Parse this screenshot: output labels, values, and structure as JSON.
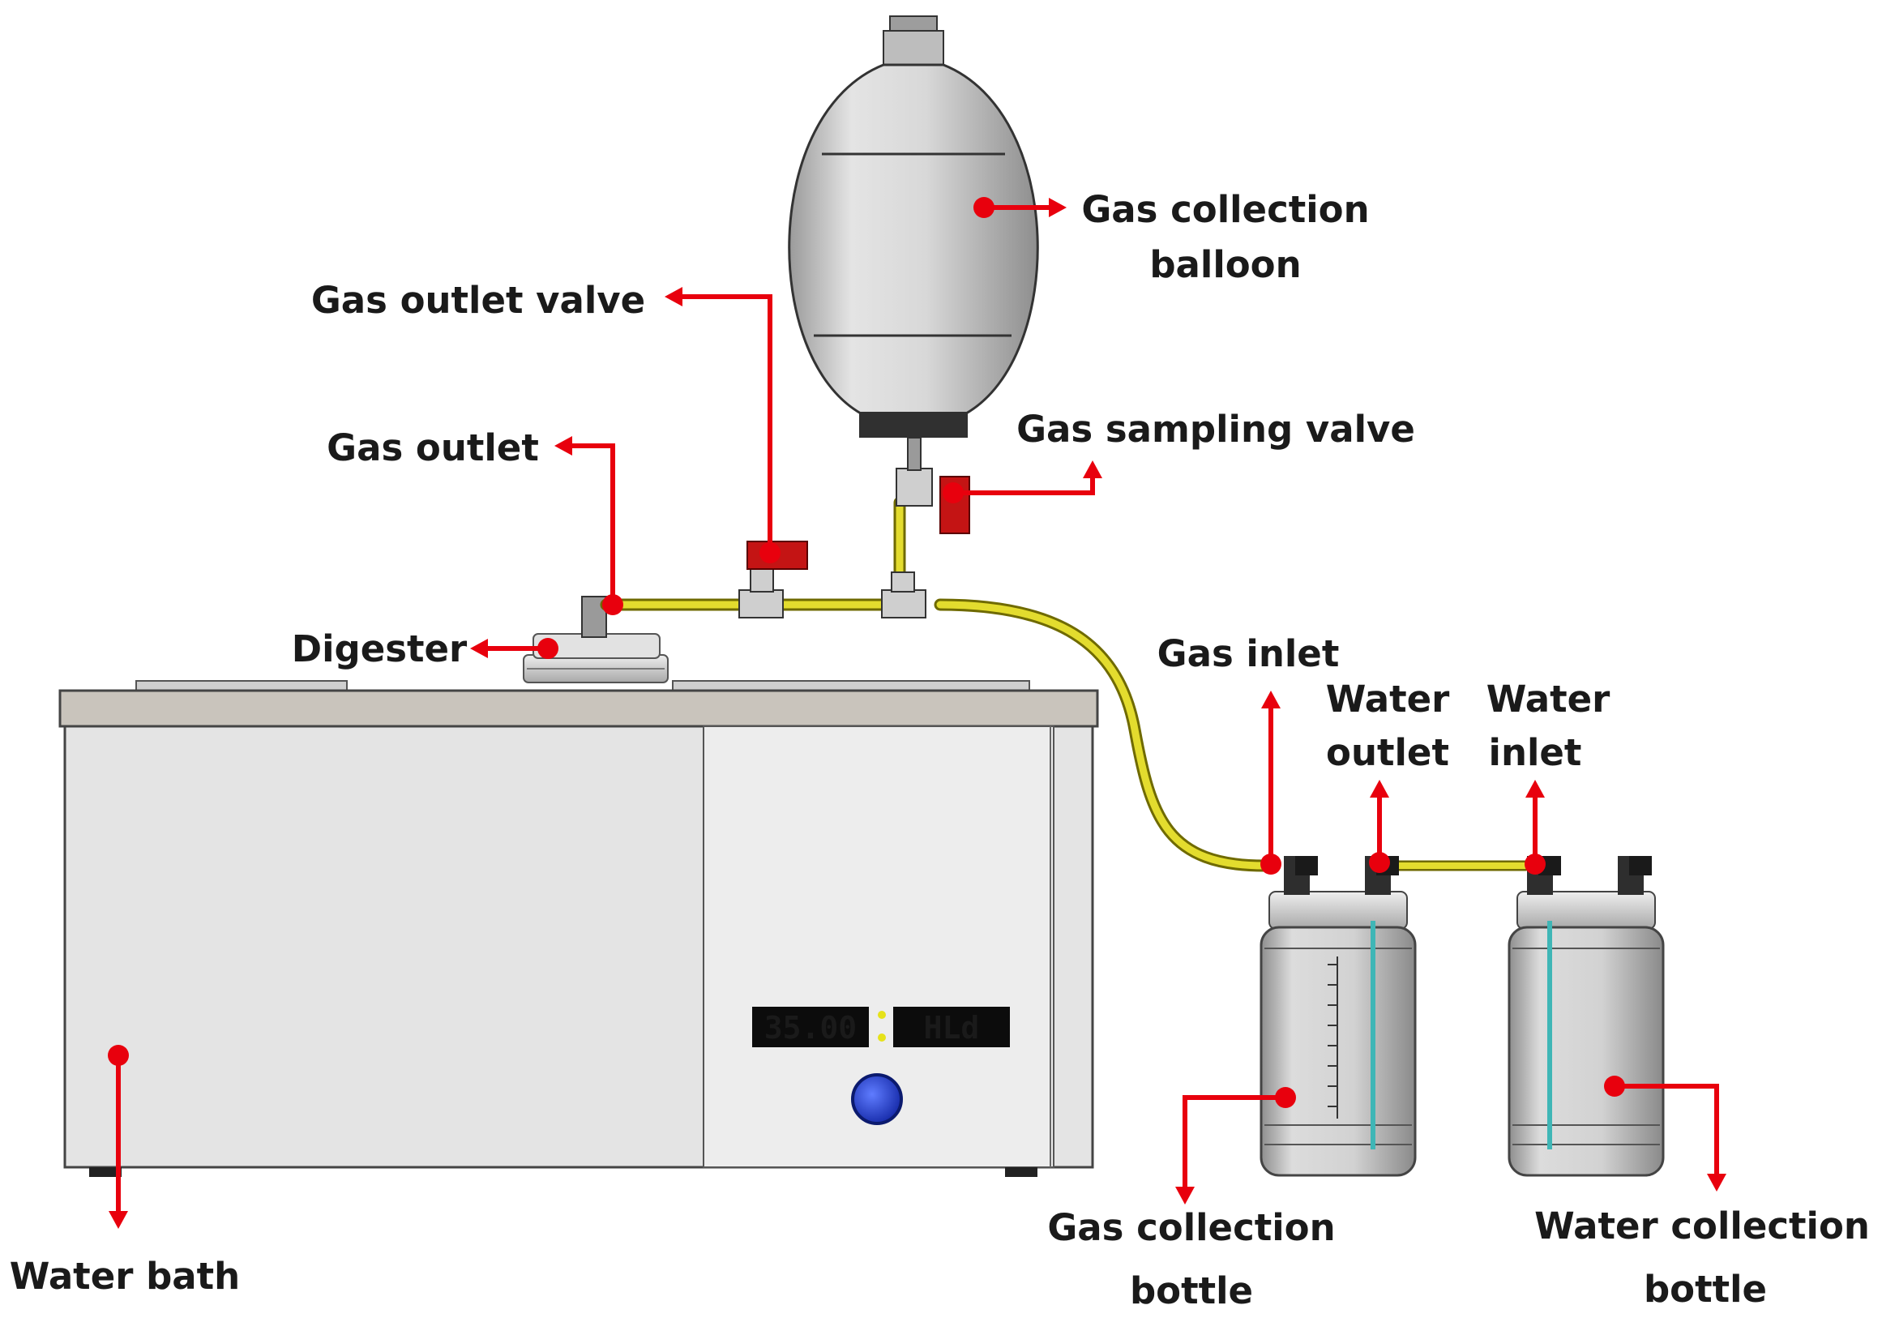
{
  "colors": {
    "annotation": "#e8000d",
    "tube": "#e3dc2e",
    "tube_outline": "#8a8500",
    "valve_handle": "#c41414",
    "display_text": "#e6e21a",
    "knob": "#1f3fd6"
  },
  "display": {
    "temperature": "35.00",
    "mode": "HLd"
  },
  "labels": {
    "gas_collection_balloon": [
      "Gas collection",
      "balloon"
    ],
    "gas_outlet_valve": "Gas outlet valve",
    "gas_sampling_valve": "Gas sampling valve",
    "gas_outlet": "Gas outlet",
    "digester": "Digester",
    "gas_inlet": "Gas inlet",
    "water_outlet": [
      "Water",
      "outlet"
    ],
    "water_inlet": [
      "Water",
      "inlet"
    ],
    "water_bath": "Water bath",
    "gas_collection_bottle": [
      "Gas collection",
      "bottle"
    ],
    "water_collection_bottle": [
      "Water collection",
      "bottle"
    ]
  }
}
